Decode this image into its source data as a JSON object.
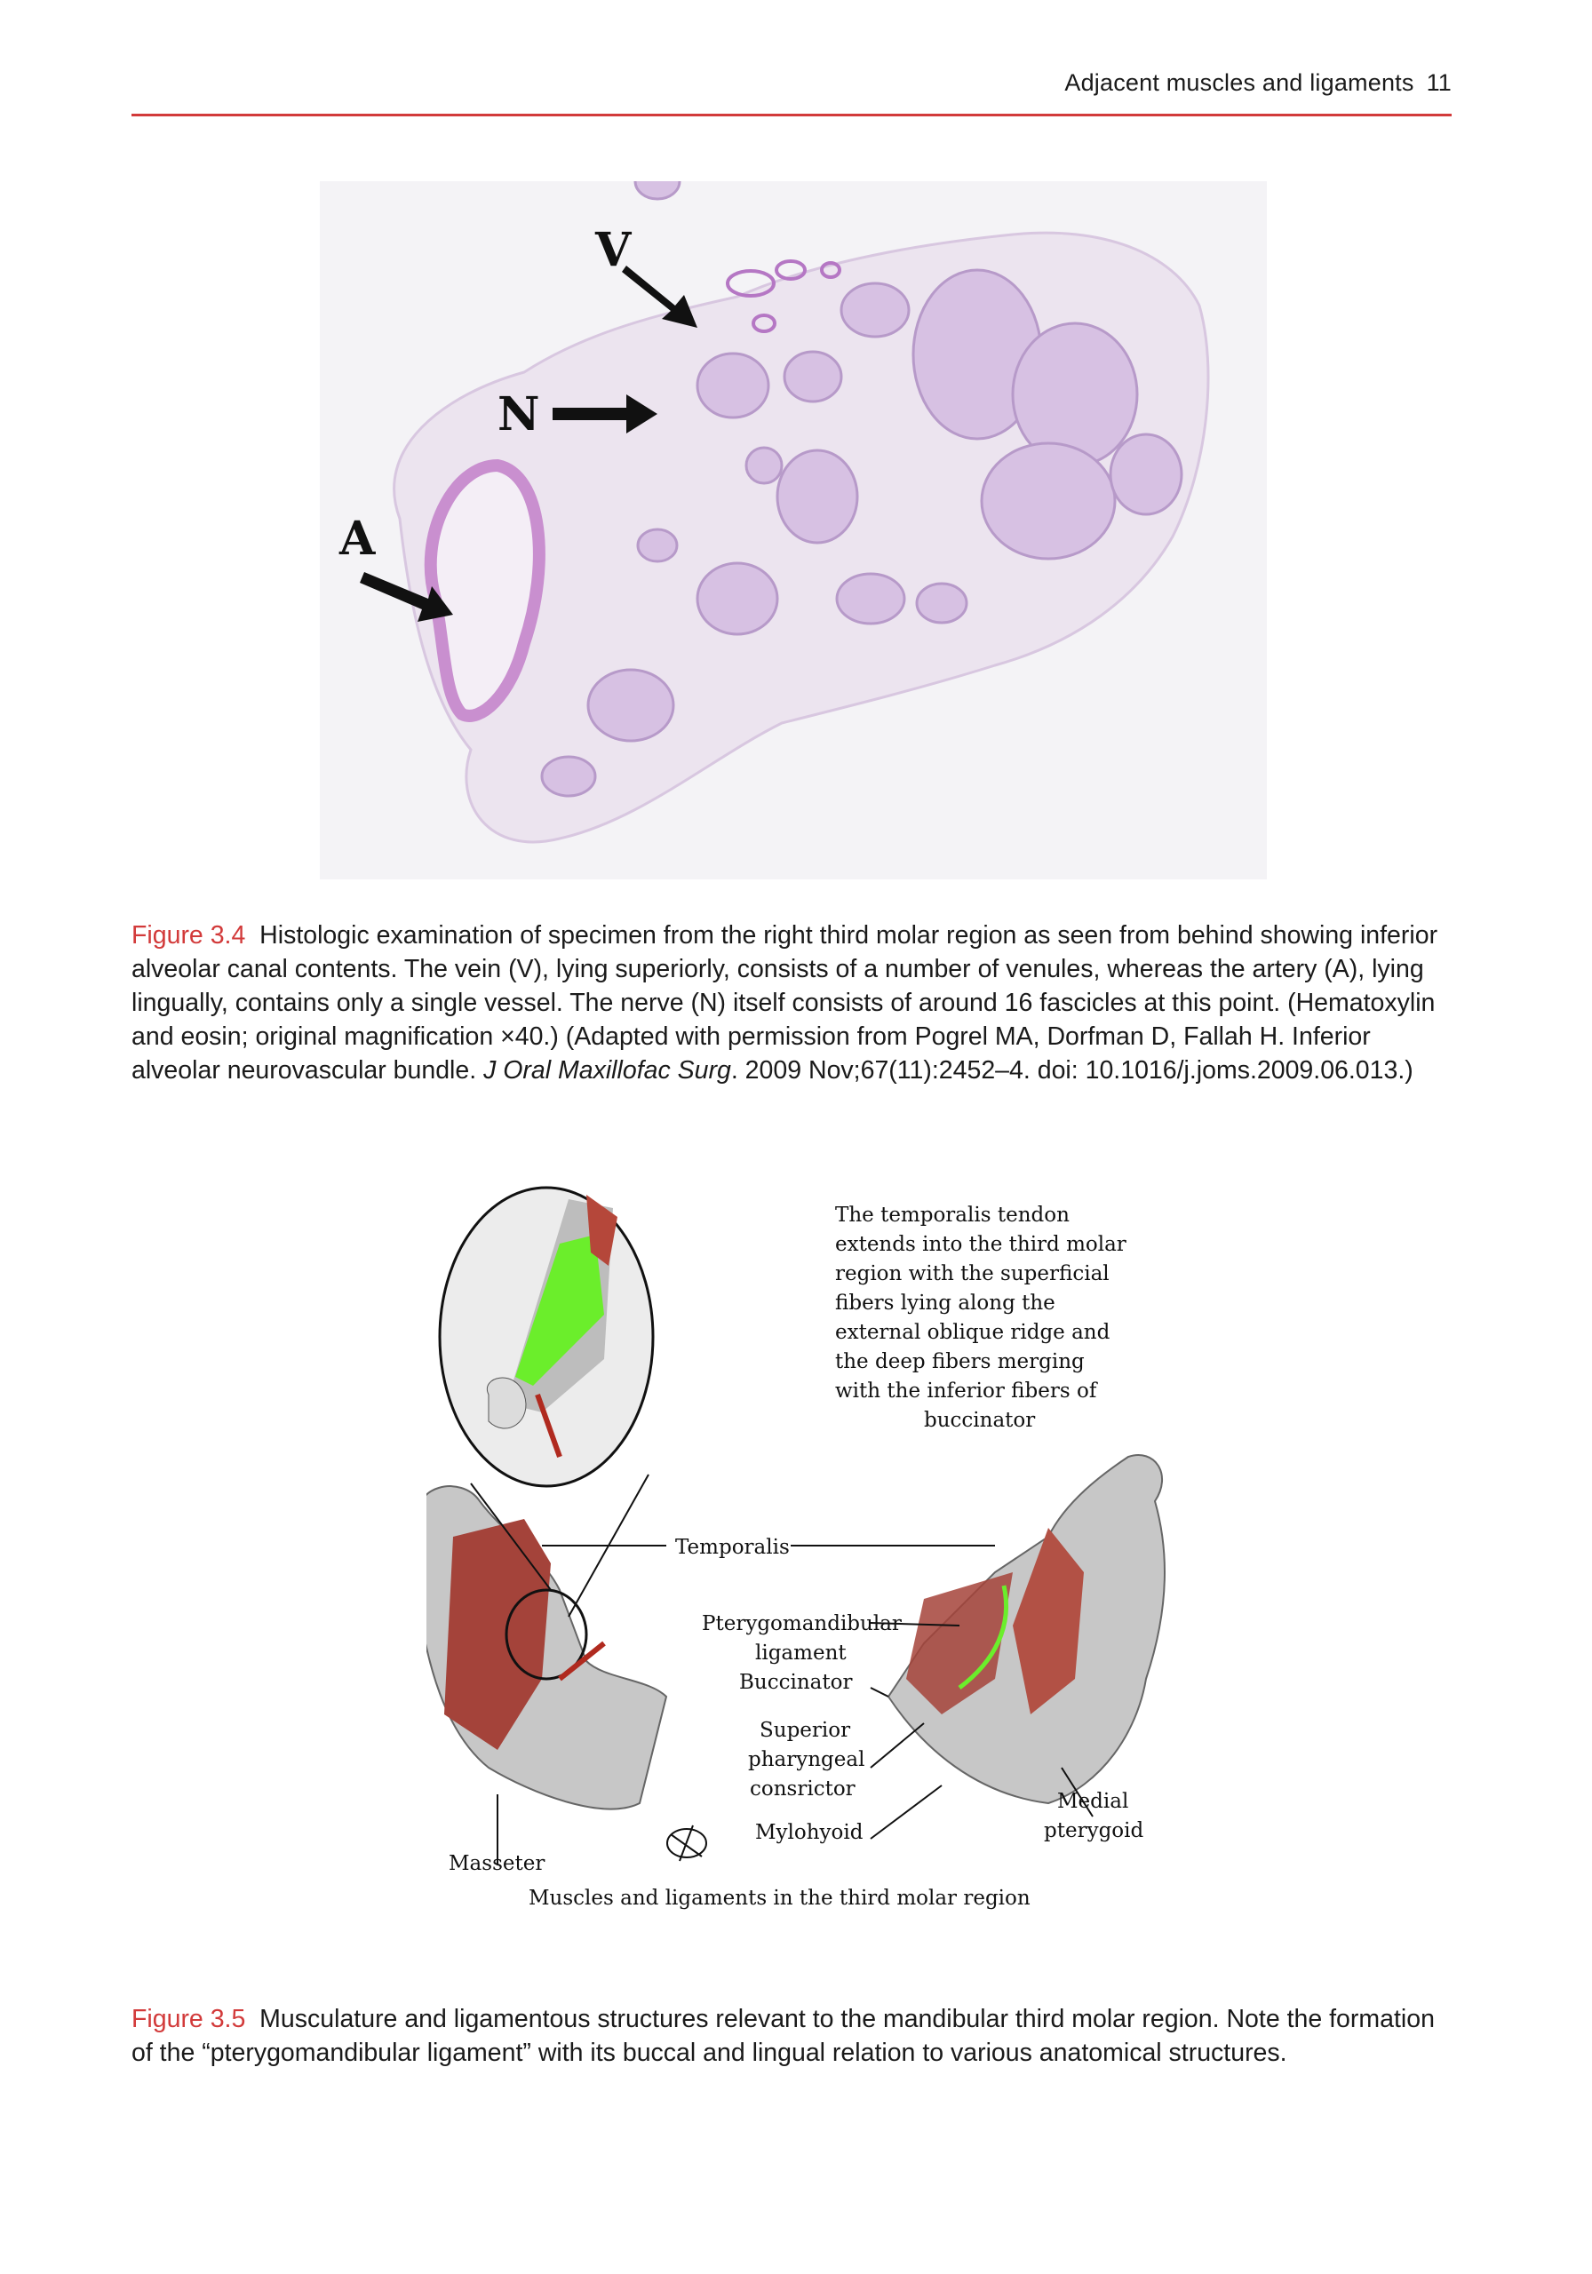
{
  "header": {
    "title": "Adjacent muscles and ligaments",
    "page_number": "11"
  },
  "figure_3_4": {
    "labels": {
      "vein": "V",
      "nerve": "N",
      "artery": "A"
    },
    "caption_label": "Figure 3.4",
    "caption_text": "Histologic examination of specimen from the right third molar region as seen from behind showing inferior alveolar canal contents. The vein (V), lying superiorly, consists of a number of venules, whereas the artery (A), lying lingually, contains only a single vessel. The nerve (N) itself consists of around 16 fascicles at this point. (Hematoxylin and eosin; original magnification ×40.) (Adapted with permission from Pogrel MA, Dorfman D, Fallah H. Inferior alveolar neurovascular bundle. ",
    "caption_journal": "J Oral Maxillofac Surg",
    "caption_tail": ". 2009 Nov;67(11):2452–4. doi: 10.1016/j.joms.2009.06.013.)"
  },
  "figure_3_5": {
    "inset_text": [
      "The temporalis tendon",
      "extends into the third molar",
      "region with the superficial",
      "fibers lying along the",
      "external oblique ridge and",
      "the deep fibers merging",
      "with the inferior fibers of",
      "buccinator"
    ],
    "labels": {
      "temporalis": "Temporalis",
      "pterygomandibular_1": "Pterygomandibular",
      "pterygomandibular_2": "ligament",
      "buccinator": "Buccinator",
      "superior_1": "Superior",
      "superior_2": "pharyngeal",
      "superior_3": "consrictor",
      "mylohyoid": "Mylohyoid",
      "masseter": "Masseter",
      "medial_1": "Medial",
      "medial_2": "pterygoid"
    },
    "figure_title": "Muscles and ligaments in the third molar region",
    "caption_label": "Figure 3.5",
    "caption_text": "Musculature and ligamentous structures relevant to the mandibular third molar region. Note the formation of the “pterygomandibular ligament” with its buccal and lingual relation to various anatomical structures."
  }
}
